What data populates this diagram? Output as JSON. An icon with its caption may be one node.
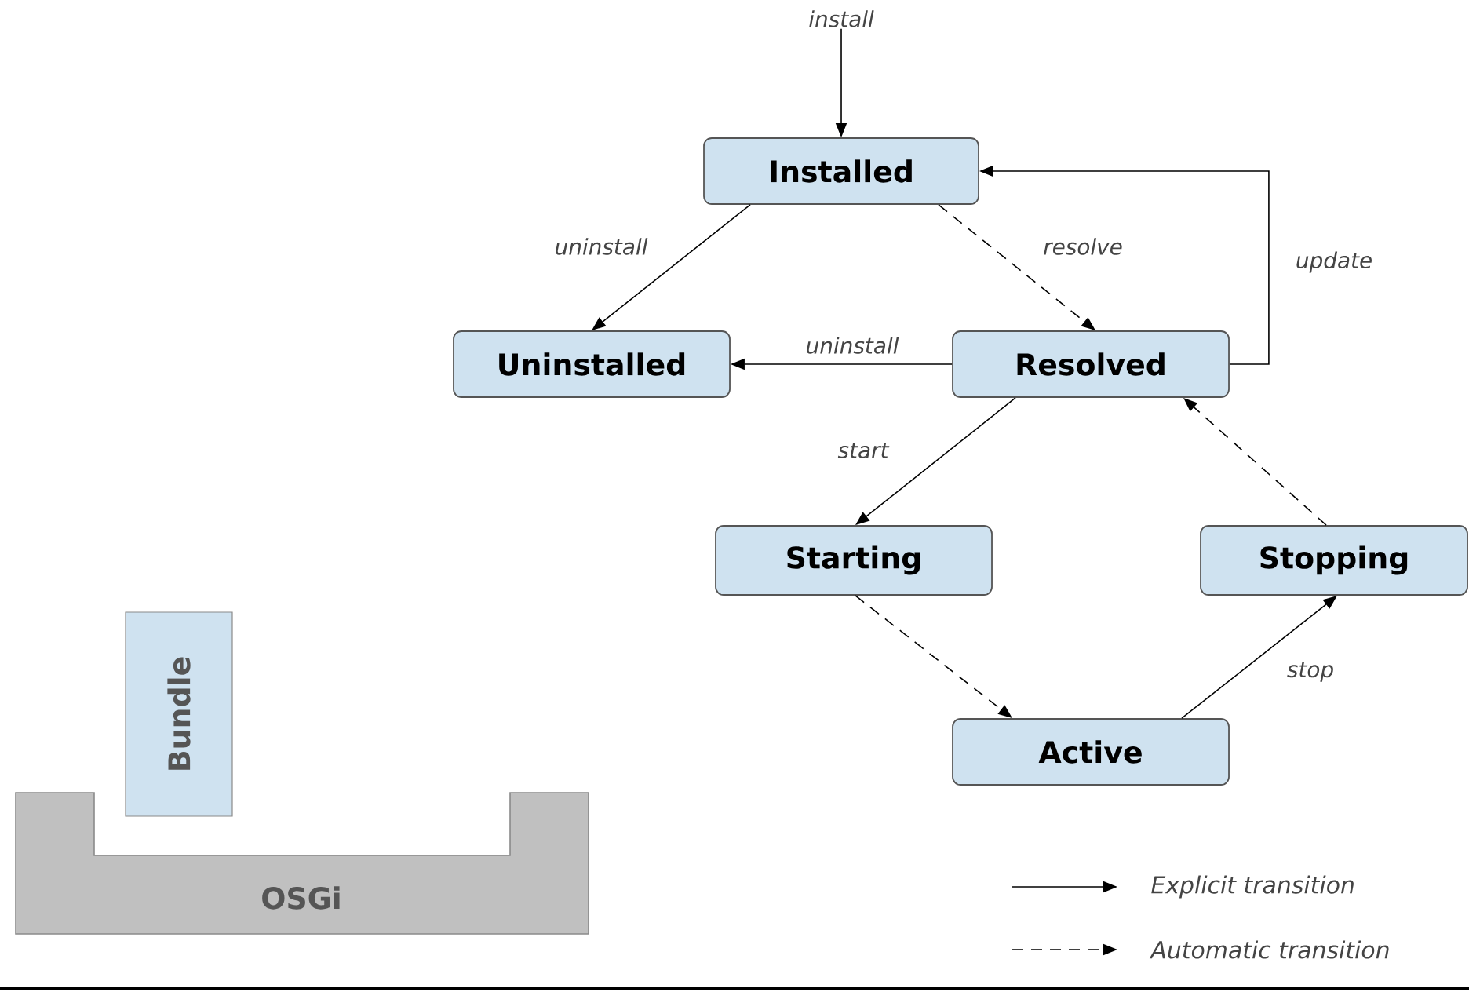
{
  "diagram": {
    "nodes": [
      {
        "text": [
          "Installed"
        ]
      },
      {
        "text": [
          "Uninstalled"
        ]
      },
      {
        "text": [
          "Resolved"
        ]
      },
      {
        "text": [
          "Starting"
        ]
      },
      {
        "text": [
          "Stopping"
        ]
      },
      {
        "text": [
          "Active"
        ]
      },
      {
        "text": [
          "Bundle"
        ]
      },
      {
        "text": [
          "OSGi"
        ]
      }
    ],
    "edges": [
      {
        "from": null,
        "to": 0,
        "arrow": "to",
        "label": "install"
      },
      {
        "from": 0,
        "to": 1,
        "arrow": "to",
        "label": "uninstall"
      },
      {
        "from": 0,
        "to": 2,
        "arrow": "to",
        "label": "resolve",
        "style": "dashed"
      },
      {
        "from": 2,
        "to": 1,
        "arrow": "to",
        "label": "uninstall"
      },
      {
        "from": 2,
        "to": 0,
        "arrow": "to",
        "label": "update"
      },
      {
        "from": 2,
        "to": 3,
        "arrow": "to",
        "label": "start"
      },
      {
        "from": 3,
        "to": 5,
        "arrow": "to",
        "style": "dashed"
      },
      {
        "from": 5,
        "to": 4,
        "arrow": "to",
        "label": "stop"
      },
      {
        "from": 4,
        "to": 2,
        "arrow": "to",
        "style": "dashed"
      }
    ],
    "legend": [
      {
        "text": "Explicit transition"
      },
      {
        "text": "Automatic transition"
      }
    ]
  }
}
